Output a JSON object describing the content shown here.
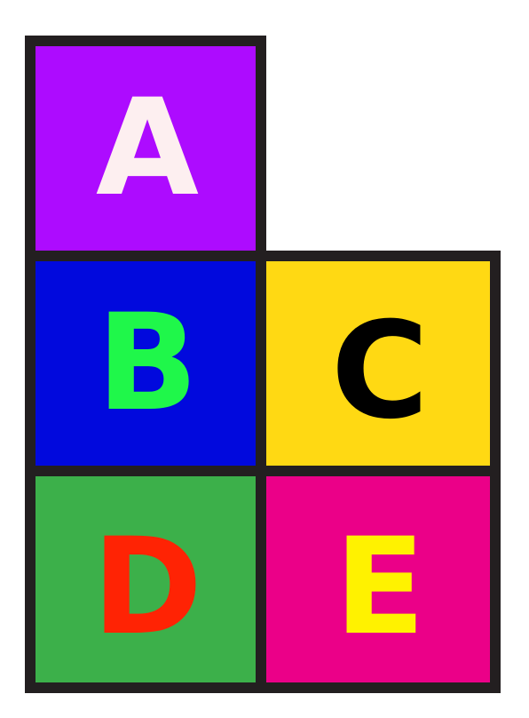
{
  "tiles": [
    {
      "id": "a",
      "label": "A",
      "fill": "#ad0bff",
      "text_color": "#fdeff0"
    },
    {
      "id": "b",
      "label": "B",
      "fill": "#0109dd",
      "text_color": "#1ff74a"
    },
    {
      "id": "c",
      "label": "C",
      "fill": "#ffd913",
      "text_color": "#000000"
    },
    {
      "id": "d",
      "label": "D",
      "fill": "#3cb04a",
      "text_color": "#ff2304"
    },
    {
      "id": "e",
      "label": "E",
      "fill": "#eb0088",
      "text_color": "#fff200"
    }
  ],
  "border_color": "#231f20",
  "background": "#ffffff"
}
